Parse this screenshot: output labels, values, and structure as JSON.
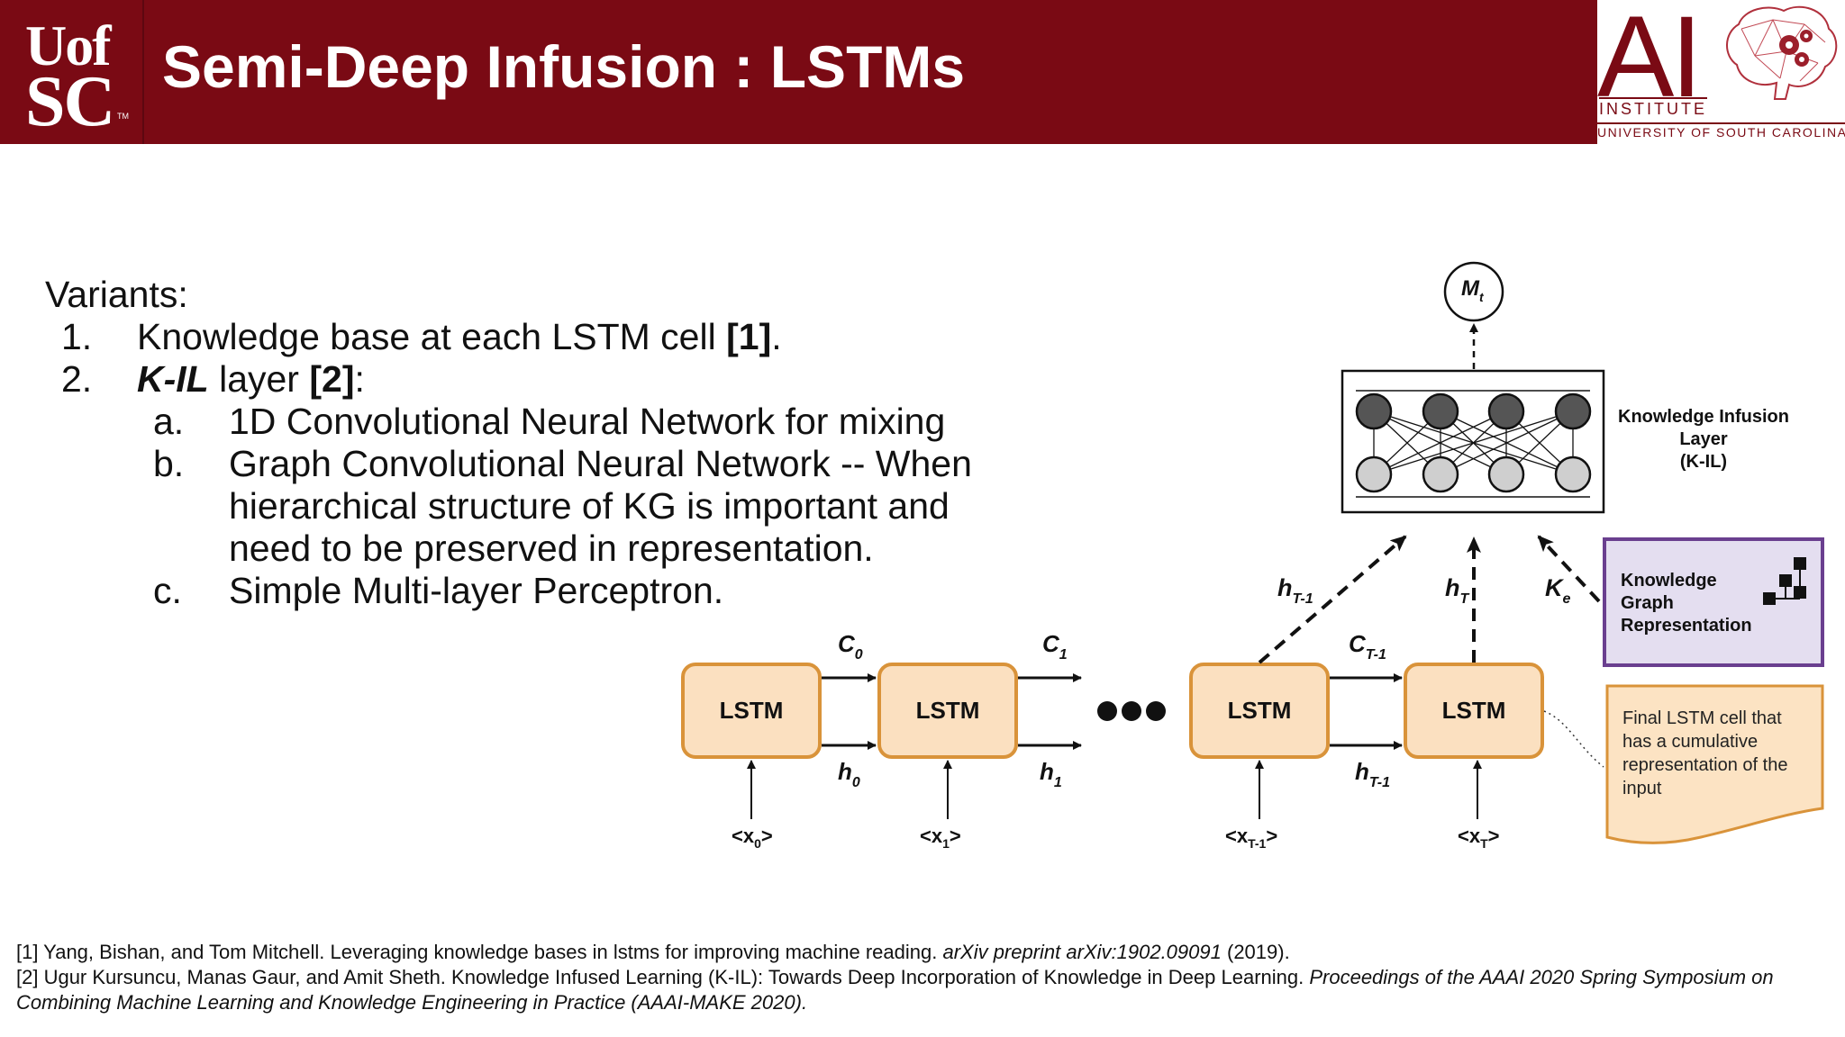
{
  "header": {
    "title": "Semi-Deep Infusion : LSTMs",
    "logo_left": {
      "line1": "Uof",
      "line2": "SC",
      "tm": "TM"
    },
    "logo_right": {
      "letters": "AI",
      "institute": "INSTITUTE",
      "university": "UNIVERSITY OF SOUTH CAROLINA"
    }
  },
  "content": {
    "heading": "Variants:",
    "items": [
      {
        "num": "1.",
        "text": "Knowledge base at each LSTM cell ",
        "ref": "[1]",
        "tail": "."
      },
      {
        "num": "2.",
        "em": "K-IL",
        "text": " layer ",
        "ref": "[2]",
        "tail": ":"
      }
    ],
    "subitems": [
      {
        "letter": "a.",
        "lines": [
          "1D Convolutional Neural Network for mixing"
        ]
      },
      {
        "letter": "b.",
        "lines": [
          "Graph Convolutional Neural Network -- When",
          "hierarchical structure of KG is important and",
          "need to be preserved in representation."
        ]
      },
      {
        "letter": "c.",
        "lines": [
          "Simple Multi-layer Perceptron."
        ]
      }
    ]
  },
  "diagram": {
    "cells": [
      "LSTM",
      "LSTM",
      "LSTM",
      "LSTM"
    ],
    "c_labels": [
      "C",
      "C",
      "C"
    ],
    "c_subs": [
      "0",
      "1",
      "T-1"
    ],
    "h_labels": [
      "h",
      "h",
      "h"
    ],
    "h_subs": [
      "0",
      "1",
      "T-1"
    ],
    "inputs": [
      {
        "base": "<x",
        "sub": "0",
        "end": ">"
      },
      {
        "base": "<x",
        "sub": "1",
        "end": ">"
      },
      {
        "base": "<x",
        "sub": "T-1",
        "end": ">"
      },
      {
        "base": "<x",
        "sub": "T",
        "end": ">"
      }
    ],
    "up_labels": [
      {
        "base": "h",
        "sub": "T-1"
      },
      {
        "base": "h",
        "sub": "T"
      },
      {
        "base": "K",
        "sub": "e"
      }
    ],
    "m_node": {
      "base": "M",
      "sub": "t"
    },
    "kil_label": [
      "Knowledge Infusion",
      "Layer",
      "(K-IL)"
    ],
    "kg_box": [
      "Knowledge",
      "Graph",
      "Representation"
    ],
    "note": [
      "Final LSTM cell that",
      "has a cumulative",
      "representation of the",
      "input"
    ],
    "colors": {
      "cell_fill": "#fbe0c0",
      "cell_stroke": "#d9933a",
      "kg_fill": "#e4def0",
      "kg_stroke": "#6a3f8f",
      "note_fill": "#fce3c3"
    }
  },
  "citations": [
    {
      "plain": "[1] Yang, Bishan, and Tom Mitchell. Leveraging knowledge bases in lstms for improving machine reading. ",
      "italic": "arXiv preprint arXiv:1902.09091",
      "tail": " (2019)."
    },
    {
      "plain": "[2] Ugur Kursuncu, Manas Gaur, and Amit Sheth. Knowledge Infused Learning (K-IL): Towards Deep Incorporation of Knowledge in Deep Learning. ",
      "italic": "Proceedings of the AAAI 2020 Spring Symposium on",
      "tail": ""
    },
    {
      "plain": "",
      "italic": "Combining Machine Learning and Knowledge Engineering in Practice (AAAI-MAKE 2020).",
      "tail": ""
    }
  ]
}
